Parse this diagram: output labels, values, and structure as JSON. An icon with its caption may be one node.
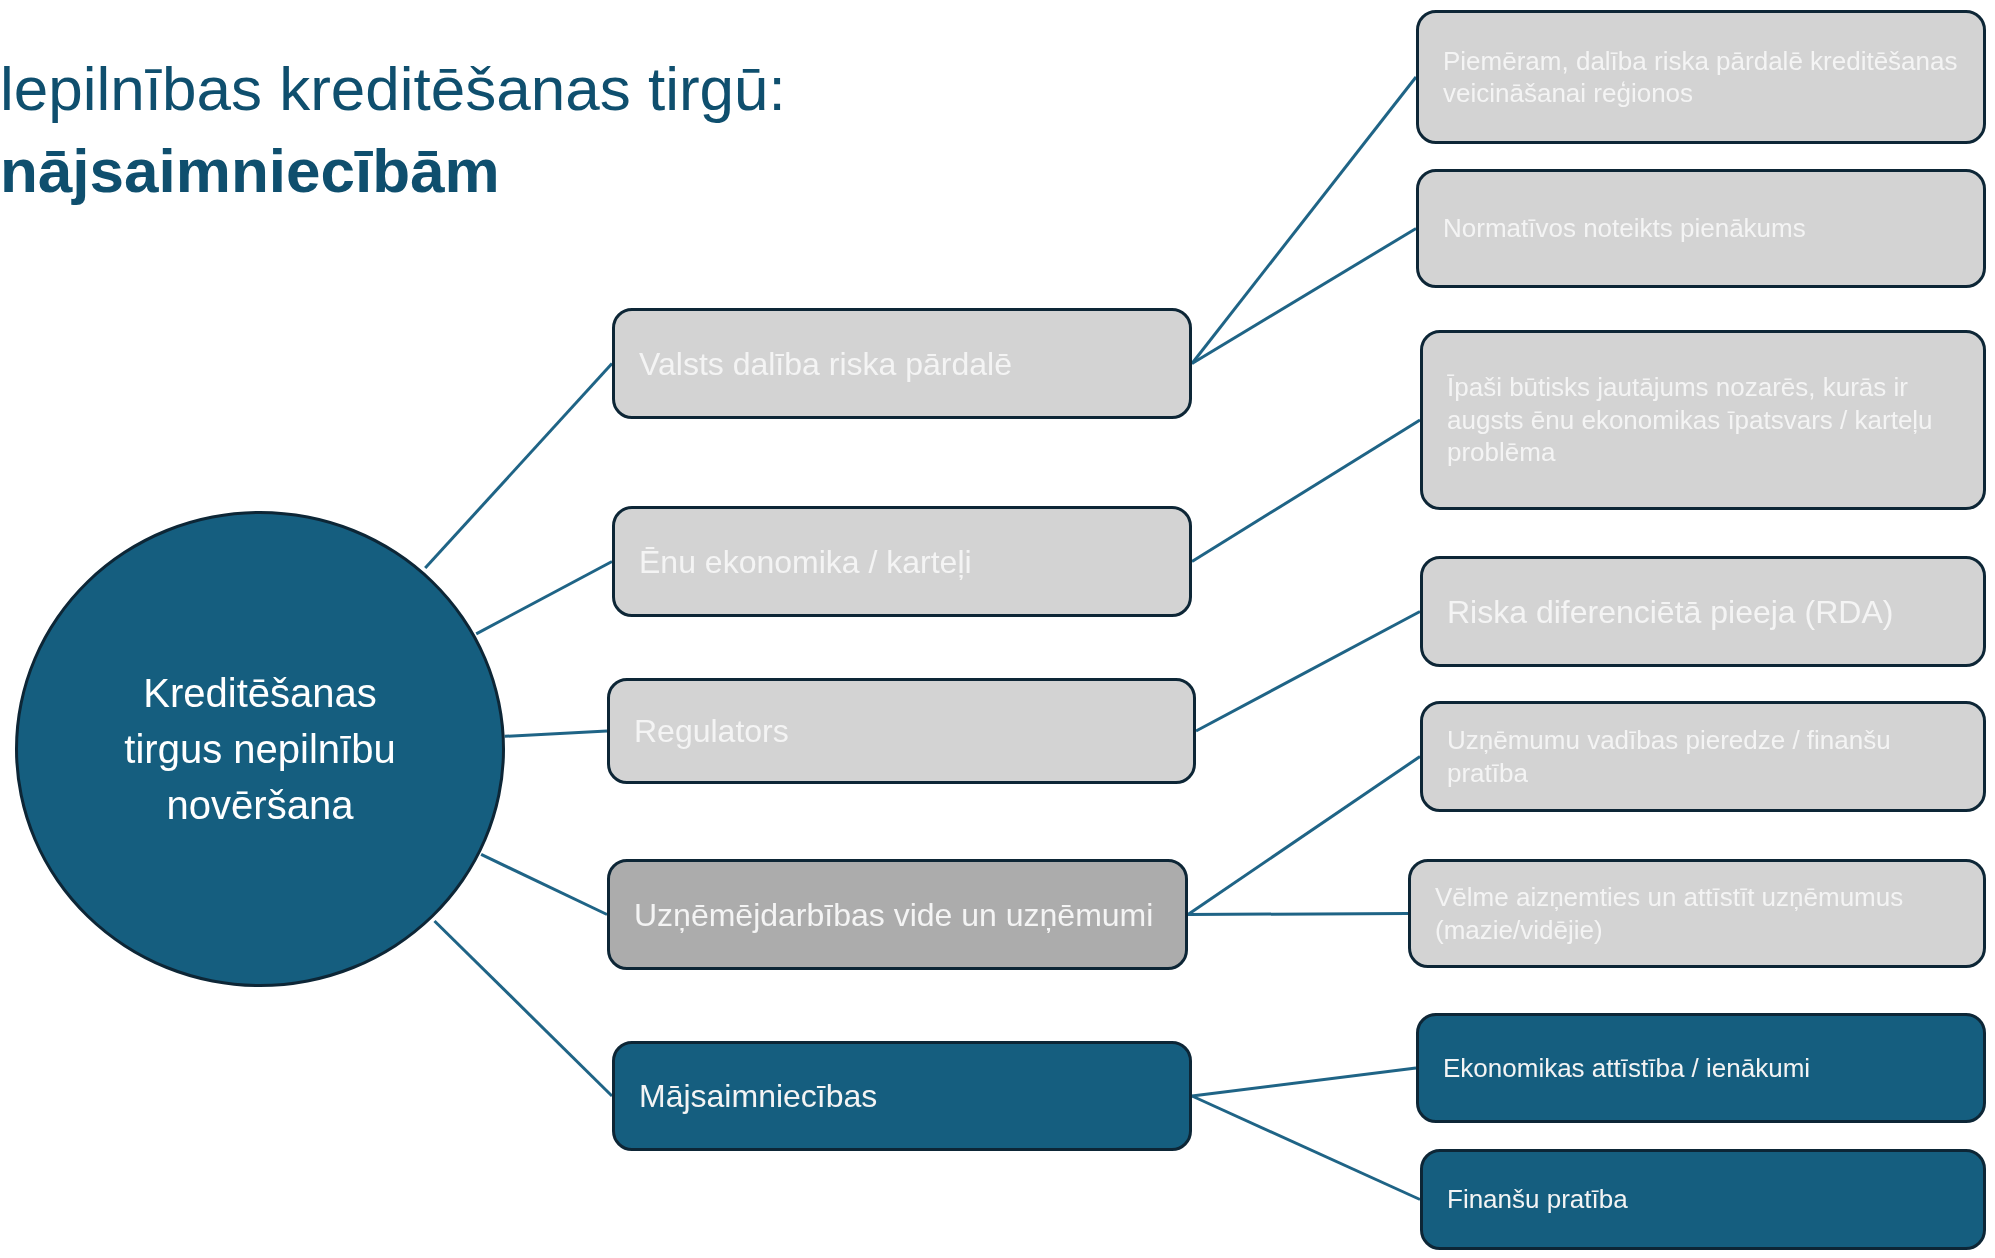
{
  "diagram": {
    "title": "lepilnības kreditēšanas tirgū: **nājsaimniecībām**",
    "nodes": [
      {
        "text": [
          "Kreditēšanas tirgus nepilnību novēršana"
        ]
      },
      {
        "text": [
          "Valsts dalība riska pārdalē"
        ]
      },
      {
        "text": [
          "Ēnu ekonomika / karteļi"
        ]
      },
      {
        "text": [
          "Regulators"
        ]
      },
      {
        "text": [
          "Uzņēmējdarbības vide un uzņēmumi"
        ]
      },
      {
        "text": [
          "Mājsaimniecības"
        ]
      },
      {
        "text": [
          "Piemēram, dalība riska pārdalē kreditēšanas veicināšanai reģionos"
        ]
      },
      {
        "text": [
          "Normatīvos noteikts pienākums"
        ]
      },
      {
        "text": [
          "Īpaši būtisks jautājums nozarēs, kurās ir augsts ēnu ekonomikas īpatsvars / karteļu problēma"
        ]
      },
      {
        "text": [
          "Riska diferenciētā pieeja (RDA)"
        ]
      },
      {
        "text": [
          "Uzņēmumu vadības pieredze / finanšu pratība"
        ]
      },
      {
        "text": [
          "Vēlme aizņemties un attīstīt uzņēmumus (mazie/vidējie)"
        ]
      },
      {
        "text": [
          "Ekonomikas attīstība / ienākumi"
        ]
      },
      {
        "text": [
          "Finanšu pratība"
        ]
      }
    ],
    "edges": [
      {
        "from": 0,
        "to": 1,
        "arrow": "none"
      },
      {
        "from": 0,
        "to": 2,
        "arrow": "none"
      },
      {
        "from": 0,
        "to": 3,
        "arrow": "none"
      },
      {
        "from": 0,
        "to": 4,
        "arrow": "none"
      },
      {
        "from": 0,
        "to": 5,
        "arrow": "none"
      },
      {
        "from": 1,
        "to": 6,
        "arrow": "none"
      },
      {
        "from": 1,
        "to": 7,
        "arrow": "none"
      },
      {
        "from": 2,
        "to": 8,
        "arrow": "none"
      },
      {
        "from": 3,
        "to": 9,
        "arrow": "none"
      },
      {
        "from": 4,
        "to": 10,
        "arrow": "none"
      },
      {
        "from": 4,
        "to": 11,
        "arrow": "none"
      },
      {
        "from": 5,
        "to": 12,
        "arrow": "none"
      },
      {
        "from": 5,
        "to": 13,
        "arrow": "none"
      }
    ]
  }
}
